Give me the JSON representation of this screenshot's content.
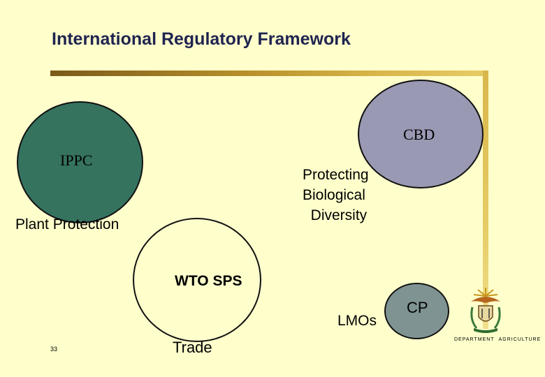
{
  "title": "International Regulatory Framework",
  "circles": {
    "ippc": "IPPC",
    "cbd": "CBD",
    "wto": "WTO SPS",
    "cp": "CP"
  },
  "labels": {
    "protecting": "Protecting\nBiological\n  Diversity",
    "plant_protection": "Plant Protection",
    "lmos": "LMOs",
    "trade": "Trade"
  },
  "slide_number": "33",
  "footer": {
    "dept_word": "DEPARTMENT",
    "agri_word": "AGRICULTURE"
  },
  "colors": {
    "background": "#ffffcc",
    "ippc": "#35735e",
    "cbd": "#9999b3",
    "cp": "#7f9492",
    "title": "#1f2450",
    "bar": "#c9a23a"
  },
  "logo": {
    "name": "coat-of-arms-icon"
  }
}
